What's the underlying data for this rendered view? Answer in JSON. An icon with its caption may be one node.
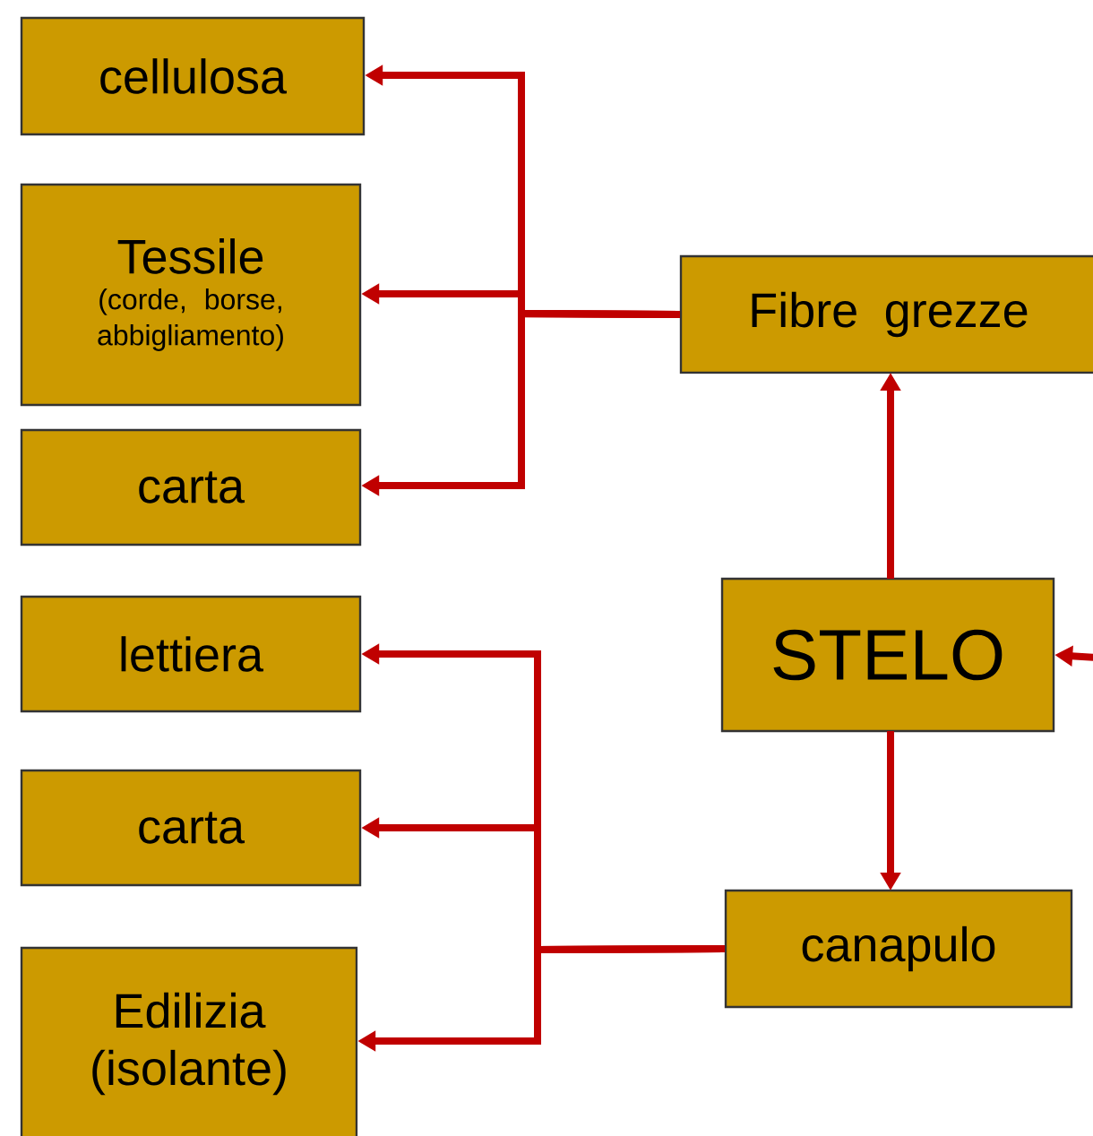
{
  "diagram": {
    "nodes": [
      {
        "text": [
          "cellulosa"
        ]
      },
      {
        "text": [
          "Tessile",
          "(corde, borse, abbigliamento)"
        ]
      },
      {
        "text": [
          "carta"
        ]
      },
      {
        "text": [
          "Fibre grezze"
        ]
      },
      {
        "text": [
          "lettiera"
        ]
      },
      {
        "text": [
          "STELO"
        ]
      },
      {
        "text": [
          "carta"
        ]
      },
      {
        "text": [
          "canapulo"
        ]
      },
      {
        "text": [
          "Edilizia (isolante)"
        ]
      }
    ],
    "edges": [
      {
        "from": 3,
        "to": 0,
        "arrow": "to"
      },
      {
        "from": 3,
        "to": 1,
        "arrow": "to"
      },
      {
        "from": 3,
        "to": 2,
        "arrow": "to"
      },
      {
        "from": 5,
        "to": 3,
        "arrow": "to"
      },
      {
        "from": 5,
        "to": 7,
        "arrow": "to"
      },
      {
        "from": null,
        "to": 5,
        "arrow": "to"
      },
      {
        "from": 7,
        "to": 4,
        "arrow": "to"
      },
      {
        "from": 7,
        "to": 6,
        "arrow": "to"
      },
      {
        "from": 7,
        "to": 8,
        "arrow": "to"
      }
    ]
  }
}
